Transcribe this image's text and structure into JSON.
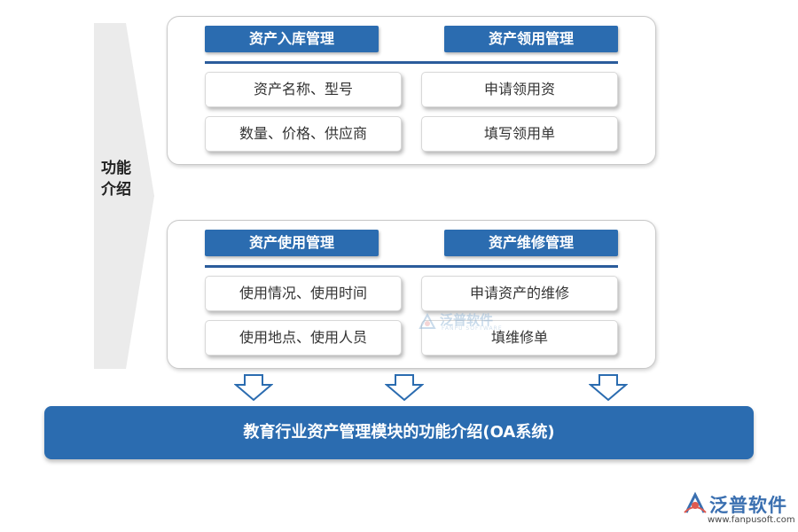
{
  "side_label": "功能介绍",
  "panels": [
    {
      "left_header": "资产入库管理",
      "right_header": "资产领用管理",
      "left_items": [
        "资产名称、型号",
        "数量、价格、供应商"
      ],
      "right_items": [
        "申请领用资",
        "填写领用单"
      ]
    },
    {
      "left_header": "资产使用管理",
      "right_header": "资产维修管理",
      "left_items": [
        "使用情况、使用时间",
        "使用地点、使用人员"
      ],
      "right_items": [
        "申请资产的维修",
        "填维修单"
      ]
    }
  ],
  "watermark": {
    "text": "泛普软件",
    "sub": "FANPU SOFTWARE"
  },
  "bottom_title": "教育行业资产管理模块的功能介绍(OA系统)",
  "logo": {
    "text": "泛普软件",
    "url": "www.fanpusoft.com"
  },
  "colors": {
    "primary_blue": "#2b6cb0",
    "line_blue": "#2b5c9c",
    "arrow_gray": "#ebebeb"
  }
}
